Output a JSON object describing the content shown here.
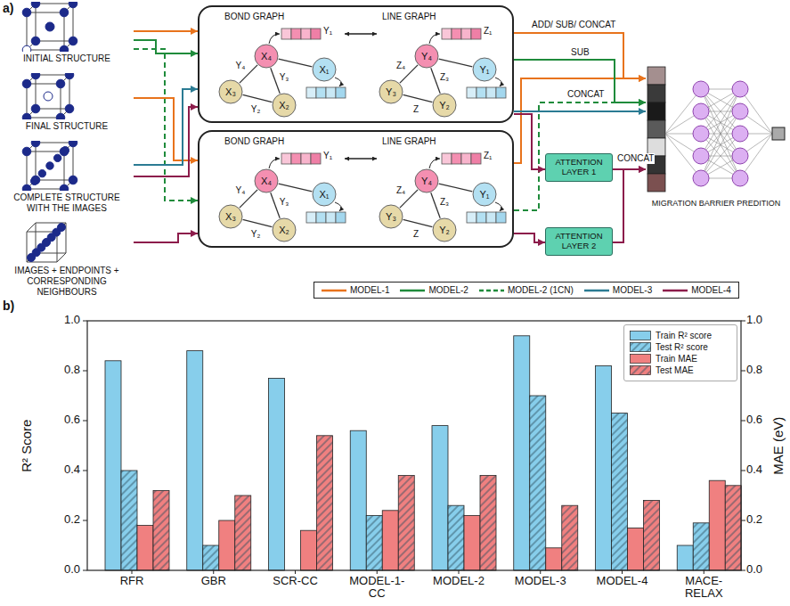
{
  "diagram": {
    "nodes": [
      {
        "text": [
          "INITIAL STRUCTURE"
        ]
      },
      {
        "text": [
          "FINAL STRUCTURE"
        ]
      },
      {
        "text": [
          "COMPLETE STRUCTURE WITH THE IMAGES"
        ]
      },
      {
        "text": [
          "IMAGES + ENDPOINTS + CORRESPONDING NEIGHBOURS"
        ]
      },
      {
        "text": [
          "BOND GRAPH",
          "LINE GRAPH"
        ]
      },
      {
        "text": [
          "X₄"
        ],
        "in": 4
      },
      {
        "text": [
          "X₁"
        ],
        "in": 4
      },
      {
        "text": [
          "X₃"
        ],
        "in": 4
      },
      {
        "text": [
          "X₂"
        ],
        "in": 4
      },
      {
        "text": [
          "Y₄"
        ],
        "in": 4
      },
      {
        "text": [
          "Y₁"
        ],
        "in": 4
      },
      {
        "text": [
          "Y₃"
        ],
        "in": 4
      },
      {
        "text": [
          "Y₂"
        ],
        "in": 4
      },
      {
        "text": [
          "BOND GRAPH",
          "LINE GRAPH"
        ]
      },
      {
        "text": [
          "X₄"
        ],
        "in": 13
      },
      {
        "text": [
          "X₁"
        ],
        "in": 13
      },
      {
        "text": [
          "X₃"
        ],
        "in": 13
      },
      {
        "text": [
          "X₂"
        ],
        "in": 13
      },
      {
        "text": [
          "Y₄"
        ],
        "in": 13
      },
      {
        "text": [
          "Y₁"
        ],
        "in": 13
      },
      {
        "text": [
          "Y₃"
        ],
        "in": 13
      },
      {
        "text": [
          "Y₂"
        ],
        "in": 13
      },
      {
        "text": [
          "ATTENTION LAYER 1"
        ]
      },
      {
        "text": [
          "ATTENTION LAYER 2"
        ]
      },
      {
        "text": [
          "MIGRATION BARRIER PREDITION"
        ]
      }
    ],
    "edges": [
      {
        "from": 0,
        "to": 4,
        "arrow": "to"
      },
      {
        "from": 0,
        "to": 4,
        "arrow": "to"
      },
      {
        "from": 0,
        "to": 13,
        "arrow": "to"
      },
      {
        "from": 1,
        "to": 13,
        "arrow": "to"
      },
      {
        "from": 2,
        "to": 4,
        "arrow": "to"
      },
      {
        "from": 2,
        "to": 4,
        "arrow": "to"
      },
      {
        "from": 3,
        "to": 13,
        "arrow": "to"
      },
      {
        "from": 4,
        "to": 24,
        "arrow": "to",
        "label": "ADD/ SUB/ CONCAT"
      },
      {
        "from": 13,
        "to": 24,
        "arrow": "to"
      },
      {
        "from": 4,
        "to": 24,
        "arrow": "to",
        "label": "SUB"
      },
      {
        "from": 13,
        "to": 24,
        "arrow": "to",
        "label": "CONCAT"
      },
      {
        "from": 4,
        "to": 24,
        "arrow": "to"
      },
      {
        "from": 4,
        "to": 22,
        "arrow": "to"
      },
      {
        "from": 13,
        "to": 23,
        "arrow": "to"
      },
      {
        "from": 22,
        "to": 24,
        "arrow": "to",
        "label": "CONCAT"
      },
      {
        "from": 23,
        "to": 24,
        "arrow": "to"
      },
      {
        "from": 5,
        "to": 6,
        "arrow": "none"
      },
      {
        "from": 5,
        "to": 7,
        "arrow": "none",
        "label": "Y₄"
      },
      {
        "from": 5,
        "to": 8,
        "arrow": "none",
        "label": "Y₃"
      },
      {
        "from": 7,
        "to": 8,
        "arrow": "none",
        "label": "Y₂"
      },
      {
        "from": 9,
        "to": 10,
        "arrow": "none"
      },
      {
        "from": 9,
        "to": 11,
        "arrow": "none",
        "label": "Z₄"
      },
      {
        "from": 9,
        "to": 12,
        "arrow": "none",
        "label": "Z₃"
      },
      {
        "from": 11,
        "to": 12,
        "arrow": "none",
        "label": "Z"
      },
      {
        "from": 14,
        "to": 15,
        "arrow": "none"
      },
      {
        "from": 14,
        "to": 16,
        "arrow": "none",
        "label": "Y₄"
      },
      {
        "from": 14,
        "to": 17,
        "arrow": "none",
        "label": "Y₃"
      },
      {
        "from": 16,
        "to": 17,
        "arrow": "none",
        "label": "Y₂"
      },
      {
        "from": 18,
        "to": 19,
        "arrow": "none"
      },
      {
        "from": 18,
        "to": 20,
        "arrow": "none",
        "label": "Z₄"
      },
      {
        "from": 18,
        "to": 21,
        "arrow": "none",
        "label": "Z₃"
      },
      {
        "from": 20,
        "to": 21,
        "arrow": "none",
        "label": "Z"
      }
    ],
    "labels": [
      "a)",
      "b)",
      "Y₁",
      "Z₁",
      "Y₁",
      "Z₁",
      "R² Score",
      "MAE (eV)",
      "0.0",
      "0.2",
      "0.4",
      "0.6",
      "0.8",
      "1.0",
      "0.0",
      "0.2",
      "0.4",
      "0.6",
      "0.8",
      "1.0",
      "RFR",
      "GBR",
      "SCR-CC",
      "MODEL-1- CC",
      "MODEL-2",
      "MODEL-3",
      "MODEL-4",
      "MACE- RELAX"
    ],
    "legend": [
      {
        "text": "MODEL-1"
      },
      {
        "text": "MODEL-2"
      },
      {
        "text": "MODEL-2 (1CN)"
      },
      {
        "text": "MODEL-3"
      },
      {
        "text": "MODEL-4"
      },
      {
        "text": "Train R² score",
        "color": "#87ceeb"
      },
      {
        "text": "Test R² score"
      },
      {
        "text": "Train MAE",
        "color": "#f08080"
      },
      {
        "text": "Test MAE"
      }
    ]
  }
}
